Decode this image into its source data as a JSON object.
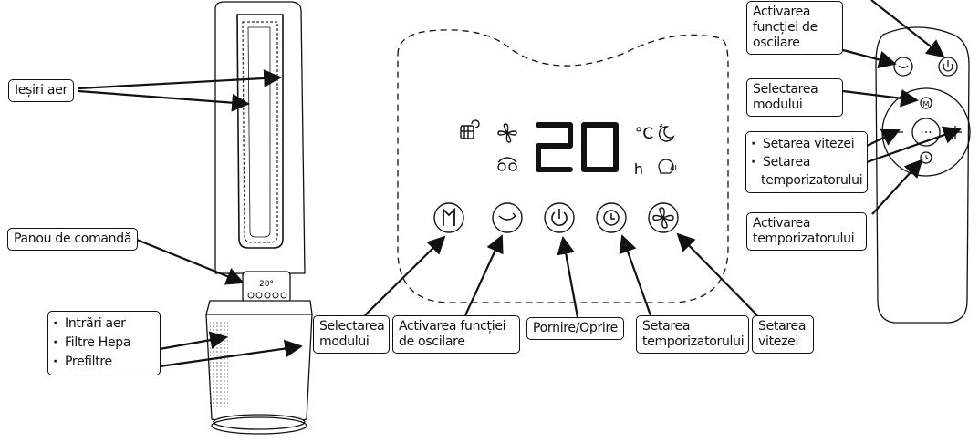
{
  "labels": {
    "air_outlets": "Ieșiri aer",
    "control_panel": "Panou de comandă",
    "air_inlets": "Intrări aer",
    "hepa_filters": "Filtre Hepa",
    "prefilters": "Prefiltre",
    "select_mode": [
      "Selectarea",
      "modului"
    ],
    "oscillation": [
      "Activarea funcției",
      "de oscilare"
    ],
    "power": "Pornire/Oprire",
    "timer": [
      "Setarea",
      "temporizatorului"
    ],
    "speed": [
      "Setarea",
      "vitezei"
    ],
    "remote_oscillation": [
      "Activarea",
      "funcției de",
      "oscilare"
    ],
    "remote_select_mode": [
      "Selectarea",
      "modului"
    ],
    "remote_speed": "Setarea vitezei",
    "remote_timer_set": [
      "Setarea",
      "temporizatorului"
    ],
    "remote_timer_activate": [
      "Activarea",
      "temporizatorului"
    ]
  },
  "display": {
    "temperature": "20",
    "unit_celsius": "°C",
    "unit_hours": "h",
    "mini_display": "20°",
    "ai_label": "AI",
    "remote_mode_letter": "M",
    "remote_center": "···"
  },
  "icons": [
    "filter-icon",
    "fan-speed-icon",
    "celsius-icon",
    "sleep-moon-icon",
    "oscillation-icon",
    "hours-icon",
    "ai-mode-icon",
    "mode-m-icon",
    "oscillate-button-icon",
    "power-icon",
    "timer-clock-icon",
    "fan-button-icon"
  ],
  "colors": {
    "line": "#111111",
    "background": "#ffffff"
  }
}
